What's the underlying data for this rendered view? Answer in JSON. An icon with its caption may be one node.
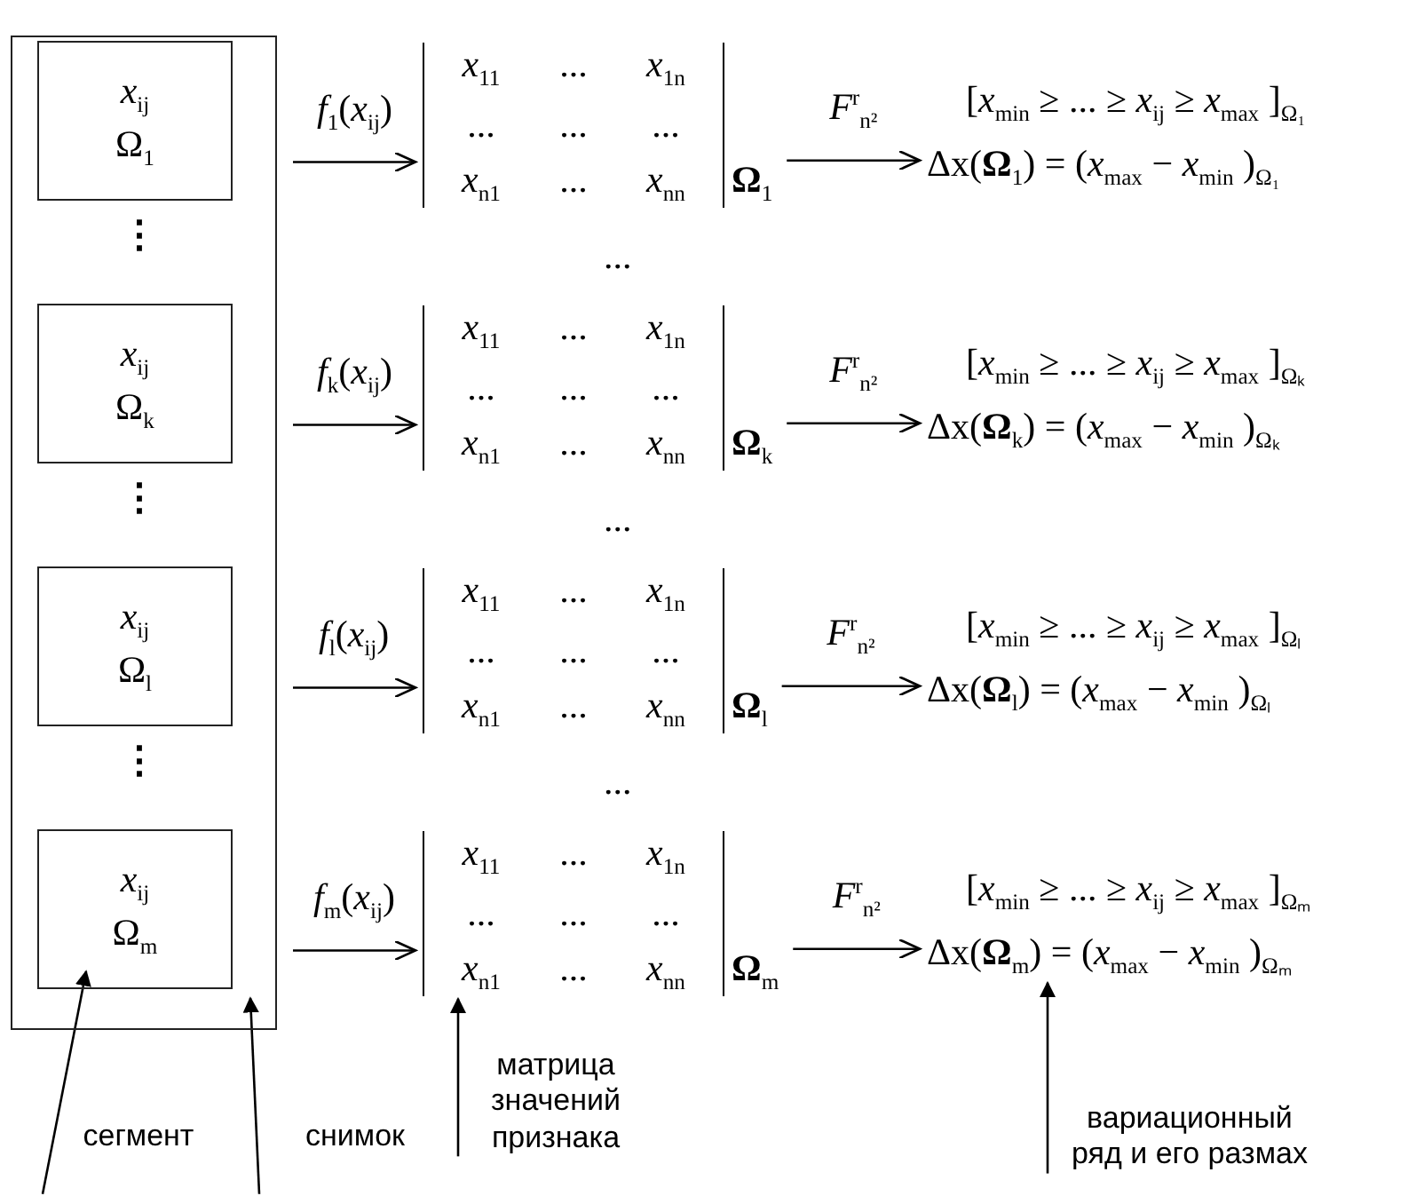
{
  "diagram": {
    "nodes": [
      {
        "text": [],
        "shape": "box"
      },
      {
        "text": [
          "*x*$_{ij}$",
          "Ω$_{1}$"
        ],
        "in": 0
      },
      {
        "text": [
          "*x*$_{ij}$",
          "Ω$_{k}$"
        ],
        "in": 0
      },
      {
        "text": [
          "*x*$_{ij}$",
          "Ω$_{l}$"
        ],
        "in": 0
      },
      {
        "text": [
          "*x*$_{ij}$",
          "Ω$_{m}$"
        ],
        "in": 0
      },
      {
        "text": [
          "*x*$_{11}$",
          "...",
          "*x*$_{1n}$",
          "...",
          "...",
          "...",
          "*x*$_{n1}$",
          "...",
          "*x*$_{nn}$",
          "**Ω**$_{1}$"
        ]
      },
      {
        "text": [
          "[*x*$_{min}$ ≥ ... ≥ *x*$_{ij}$ ≥ *x*$_{max}$ ]$_{Ω₁}$",
          "Δx(**Ω**$_{1}$) = (*x*$_{max}$ − *x*$_{min}$ )$_{Ω₁}$"
        ]
      },
      {
        "text": [
          "*x*$_{11}$",
          "...",
          "*x*$_{1n}$",
          "...",
          "...",
          "...",
          "*x*$_{n1}$",
          "...",
          "*x*$_{nn}$",
          "**Ω**$_{k}$"
        ]
      },
      {
        "text": [
          "[*x*$_{min}$ ≥ ... ≥ *x*$_{ij}$ ≥ *x*$_{max}$ ]$_{Ωₖ}$",
          "Δx(**Ω**$_{k}$) = (*x*$_{max}$ − *x*$_{min}$ )$_{Ωₖ}$"
        ]
      },
      {
        "text": [
          "*x*$_{11}$",
          "...",
          "*x*$_{1n}$",
          "...",
          "...",
          "...",
          "*x*$_{n1}$",
          "...",
          "*x*$_{nn}$",
          "**Ω**$_{l}$"
        ]
      },
      {
        "text": [
          "[*x*$_{min}$ ≥ ... ≥ *x*$_{ij}$ ≥ *x*$_{max}$ ]$_{Ωₗ}$",
          "Δx(**Ω**$_{l}$) = (*x*$_{max}$ − *x*$_{min}$ )$_{Ωₗ}$"
        ]
      },
      {
        "text": [
          "*x*$_{11}$",
          "...",
          "*x*$_{1n}$",
          "...",
          "...",
          "...",
          "*x*$_{n1}$",
          "...",
          "*x*$_{nn}$",
          "**Ω**$_{m}$"
        ]
      },
      {
        "text": [
          "[*x*$_{min}$ ≥ ... ≥ *x*$_{ij}$ ≥ *x*$_{max}$ ]$_{Ωₘ}$",
          "Δx(**Ω**$_{m}$) = (*x*$_{max}$ − *x*$_{min}$ )$_{Ωₘ}$"
        ]
      },
      {
        "text": [
          "сегмент"
        ]
      },
      {
        "text": [
          "снимок"
        ]
      },
      {
        "text": [
          "матрица значений признака"
        ]
      },
      {
        "text": [
          "вариационный ряд и его размах"
        ]
      }
    ],
    "edges": [
      {
        "from": 1,
        "to": 5,
        "arrow": "to",
        "label": "*f*$_{1}$(*x*$_{ij}$)"
      },
      {
        "from": 5,
        "to": 6,
        "arrow": "to",
        "label": "*F*$^{r}$$_{n²}$"
      },
      {
        "from": 2,
        "to": 7,
        "arrow": "to",
        "label": "*f*$_{k}$(*x*$_{ij}$)"
      },
      {
        "from": 7,
        "to": 8,
        "arrow": "to",
        "label": "*F*$^{r}$$_{n²}$"
      },
      {
        "from": 3,
        "to": 9,
        "arrow": "to",
        "label": "*f*$_{l}$(*x*$_{ij}$)"
      },
      {
        "from": 9,
        "to": 10,
        "arrow": "to",
        "label": "*F*$^{r}$$_{n²}$"
      },
      {
        "from": 4,
        "to": 11,
        "arrow": "to",
        "label": "*f*$_{m}$(*x*$_{ij}$)"
      },
      {
        "from": 11,
        "to": 12,
        "arrow": "to",
        "label": "*F*$^{r}$$_{n²}$"
      },
      {
        "from": 13,
        "to": 4,
        "arrow": "to"
      },
      {
        "from": 14,
        "to": 0,
        "arrow": "to"
      },
      {
        "from": 15,
        "to": 11,
        "arrow": "to"
      },
      {
        "from": 16,
        "to": 12,
        "arrow": "to"
      }
    ],
    "labels": [
      "⋮",
      "...",
      "⋮",
      "...",
      "⋮",
      "..."
    ]
  }
}
